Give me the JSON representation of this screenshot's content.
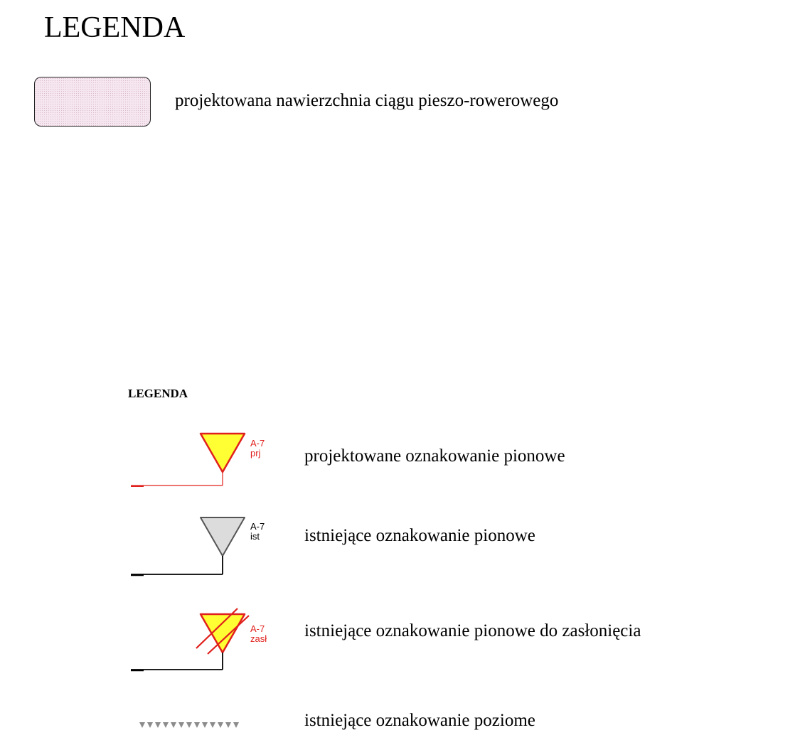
{
  "header": {
    "title": "LEGENDA"
  },
  "surface_legend": {
    "label": "projektowana nawierzchnia ciągu pieszo-rowerowego",
    "swatch_color": "#f5e6ef"
  },
  "sign_legend": {
    "title": "LEGENDA",
    "items": [
      {
        "code": "A-7",
        "status": "prj",
        "label": "projektowane oznakowanie pionowe",
        "sign_fill": "#ffff33",
        "sign_border": "#e0201c",
        "line_color": "#e0201c",
        "code_color": "#e0201c"
      },
      {
        "code": "A-7",
        "status": "ist",
        "label": "istniejące oznakowanie pionowe",
        "sign_fill": "#dcdcdc",
        "sign_border": "#555555",
        "line_color": "#000000",
        "code_color": "#000000"
      },
      {
        "code": "A-7",
        "status": "zasł",
        "label": "istniejące oznakowanie pionowe do zasłonięcia",
        "sign_fill": "#ffff33",
        "sign_border": "#e0201c",
        "line_color": "#000000",
        "code_color": "#e0201c",
        "crossed": true
      },
      {
        "label": "istniejące oznakowanie poziome",
        "marking_color": "#8c8c8c"
      }
    ]
  }
}
